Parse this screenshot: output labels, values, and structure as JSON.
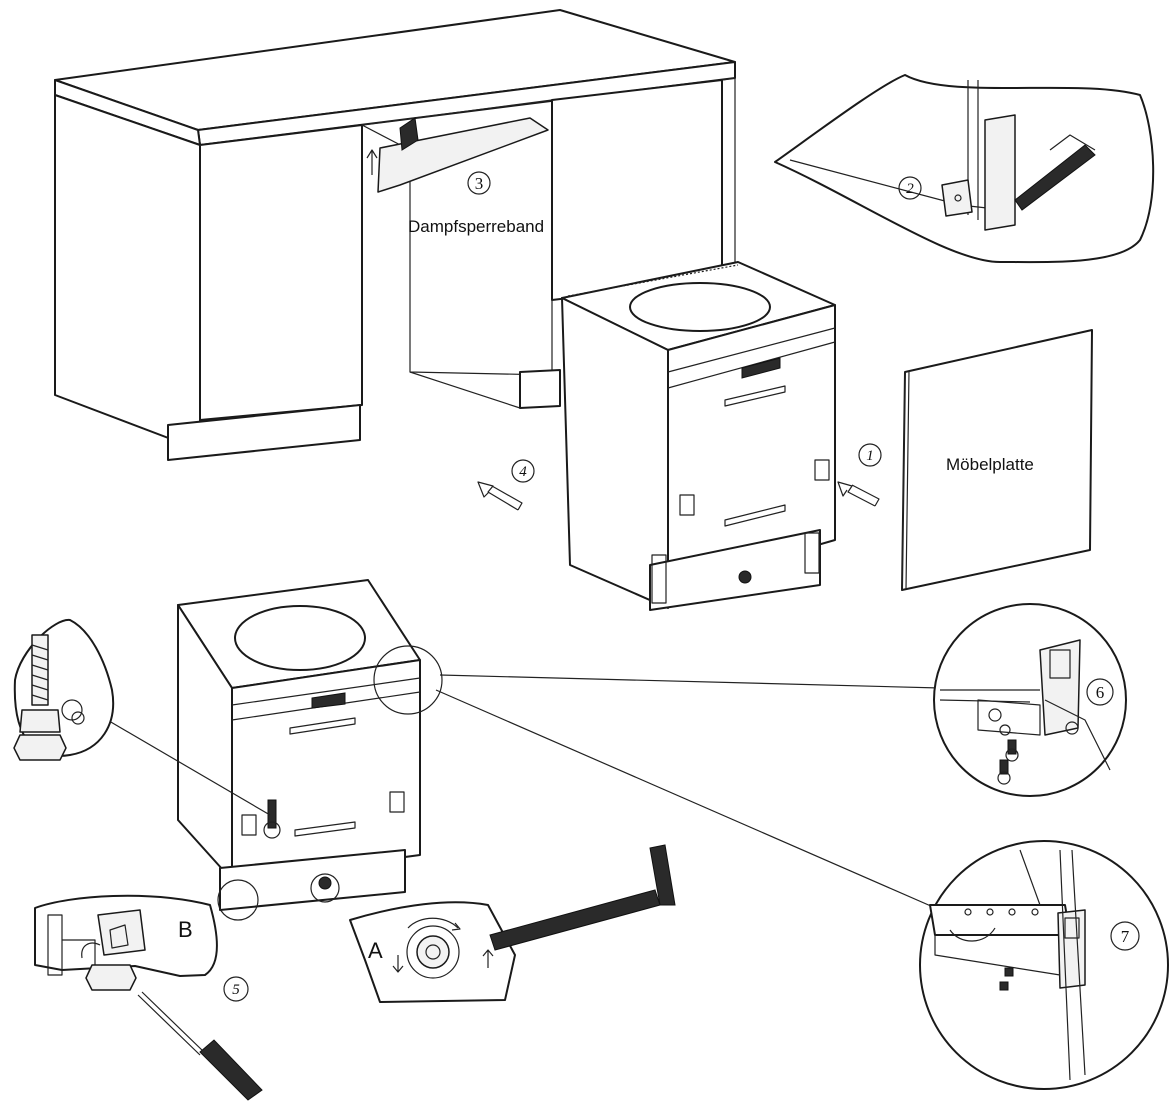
{
  "labels": {
    "vapor_tape": "Dampfsperreband",
    "furniture_panel": "Möbelplatte",
    "label_a": "A",
    "label_b": "B"
  },
  "step_numbers": {
    "step_1": "1",
    "step_2": "2",
    "step_3": "3",
    "step_4": "4",
    "step_5": "5",
    "step_6": "6",
    "step_7": "7"
  },
  "colors": {
    "line": "#1a1a1a",
    "background": "#ffffff",
    "dark_part": "#2a2a2a"
  }
}
